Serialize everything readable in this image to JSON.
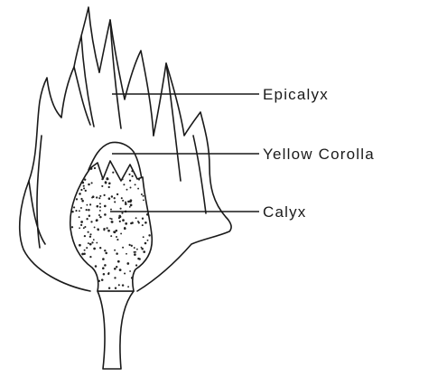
{
  "labels": {
    "epicalyx": "Epicalyx",
    "yellow_corolla": "Yellow Corolla",
    "calyx": "Calyx"
  },
  "colors": {
    "line": "#1a1a1a",
    "background": "#ffffff"
  }
}
